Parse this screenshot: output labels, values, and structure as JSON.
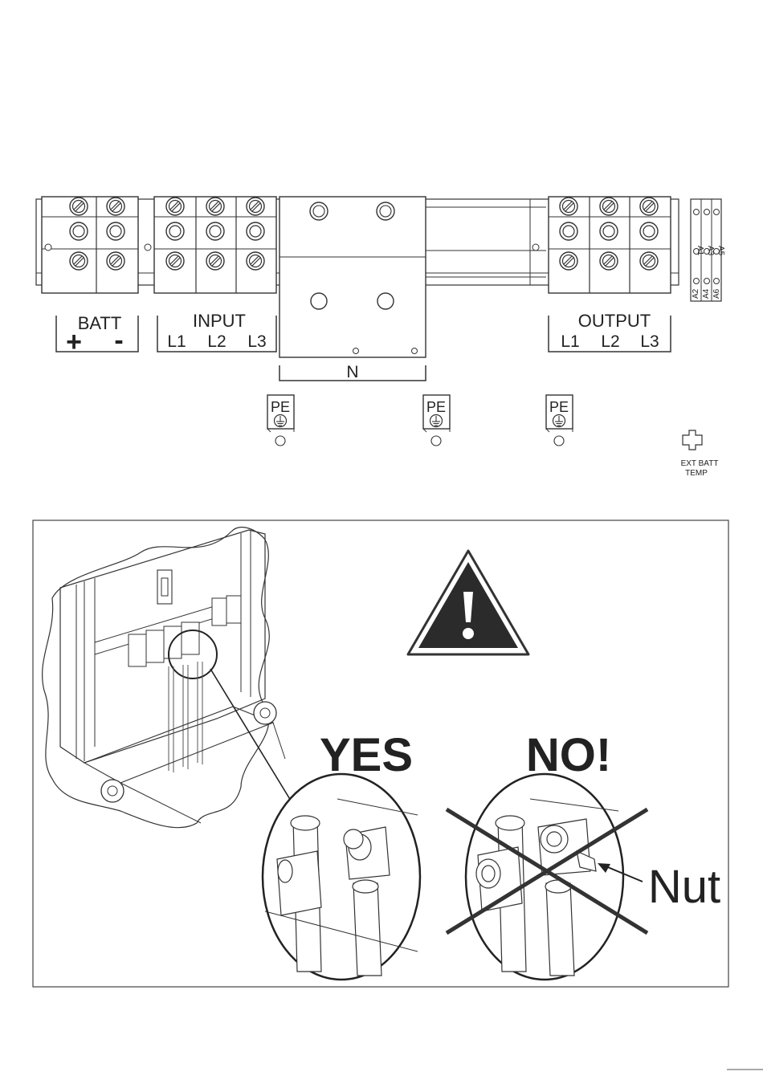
{
  "terminals": {
    "batt": {
      "label": "BATT",
      "plus": "+",
      "minus": "-"
    },
    "input": {
      "label": "INPUT",
      "phases": [
        "L1",
        "L2",
        "L3"
      ]
    },
    "neutral": {
      "label": "N"
    },
    "output": {
      "label": "OUTPUT",
      "phases": [
        "L1",
        "L2",
        "L3"
      ]
    },
    "aux": {
      "top": [
        "A5",
        "A3",
        "A1"
      ],
      "bottom": [
        "A6",
        "A4",
        "A2"
      ]
    },
    "pe": [
      "PE",
      "PE",
      "PE"
    ],
    "ext_batt_temp": [
      "EXT BATT",
      "TEMP"
    ]
  },
  "warning": {
    "yes_label": "YES",
    "no_label": "NO!",
    "nut_label": "Nut",
    "icon": "warning-triangle-icon"
  },
  "colors": {
    "line": "#333333",
    "triangle": "#2b2b2b",
    "cross": "#333333"
  }
}
